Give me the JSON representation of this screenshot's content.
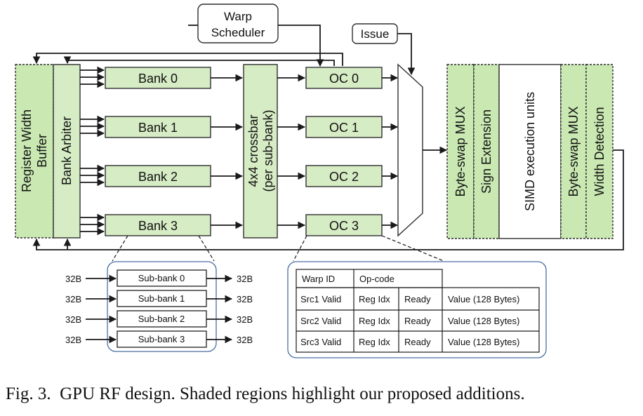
{
  "warp_scheduler": [
    "Warp",
    "Scheduler"
  ],
  "issue": "Issue",
  "register_width_buffer": [
    "Register Width",
    "Buffer"
  ],
  "bank_arbiter": "Bank Arbiter",
  "banks": [
    "Bank 0",
    "Bank 1",
    "Bank 2",
    "Bank 3"
  ],
  "crossbar": [
    "4x4 crossbar",
    "(per sub-bank)"
  ],
  "operand_collectors": [
    "OC 0",
    "OC 1",
    "OC 2",
    "OC 3"
  ],
  "pipeline": {
    "byte_swap_mux_in": "Byte-swap MUX",
    "sign_extension": "Sign Extension",
    "simd_units": "SIMD execution units",
    "byte_swap_mux_out": "Byte-swap MUX",
    "width_detection": "Width Detection"
  },
  "sub_banks": {
    "names": [
      "Sub-bank 0",
      "Sub-bank 1",
      "Sub-bank 2",
      "Sub-bank 3"
    ],
    "input_width": "32B",
    "output_width": "32B"
  },
  "oc_table": {
    "header": [
      "Warp ID",
      "Op-code"
    ],
    "rows": [
      [
        "Src1 Valid",
        "Reg Idx",
        "Ready",
        "Value (128 Bytes)"
      ],
      [
        "Src2 Valid",
        "Reg Idx",
        "Ready",
        "Value (128 Bytes)"
      ],
      [
        "Src3 Valid",
        "Reg Idx",
        "Ready",
        "Value (128 Bytes)"
      ]
    ]
  },
  "caption": {
    "label": "Fig. 3.",
    "text": "GPU RF design. Shaded regions highlight our proposed additions."
  },
  "colors": {
    "added_region": "#c9e8b2",
    "bank_fill": "#d6ecc4",
    "line": "#1a1a1a"
  }
}
